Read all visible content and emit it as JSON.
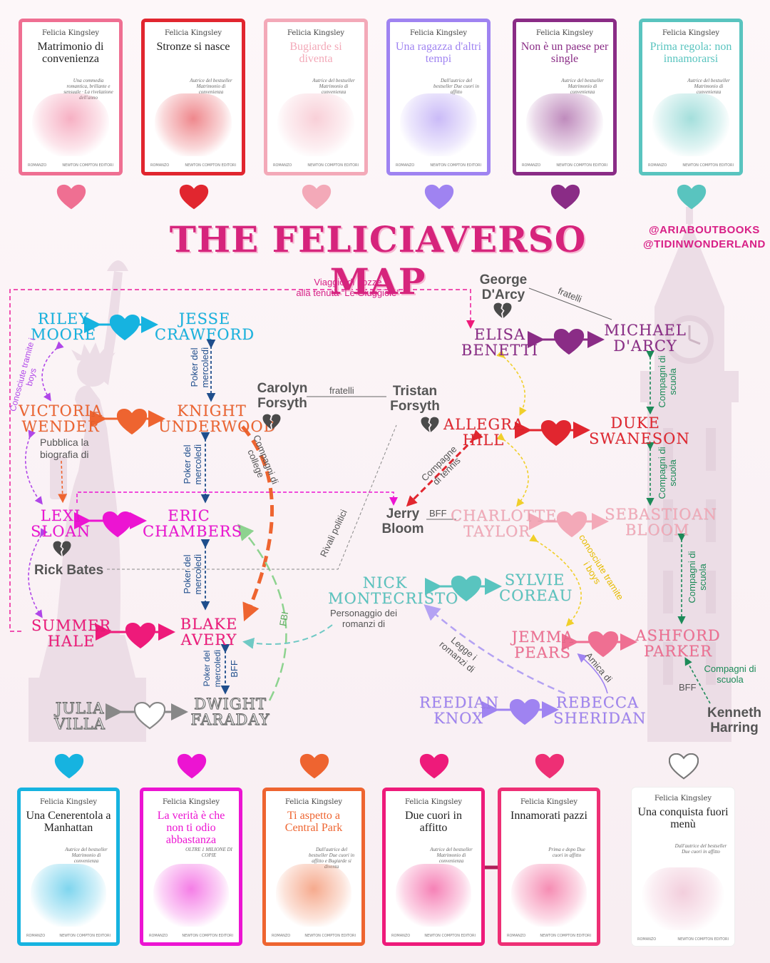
{
  "title": "THE FELICIAVERSO MAP",
  "handles": [
    "@ARIABOUTBOOKS",
    "@TIDINWONDERLAND"
  ],
  "colors": {
    "pink": "#ef6f92",
    "red": "#e1262f",
    "light_pink": "#f3a9b8",
    "lavender": "#9f83f1",
    "plum": "#8a2c86",
    "teal": "#59c4bf",
    "cyan": "#16b3e0",
    "magenta": "#ec14d2",
    "orange": "#ee6430",
    "hot_pink": "#ee1a7a",
    "rose": "#ee2f75",
    "white": "#ffffff"
  },
  "top_books": [
    {
      "author": "Felicia Kingsley",
      "title": "Matrimonio di convenienza",
      "tag": "Una commedia romantica, brillante e sensuale · La rivelazione dell'anno",
      "color": "#ef6f92"
    },
    {
      "author": "Felicia Kingsley",
      "title": "Stronze si nasce",
      "tag": "Autrice del bestseller Matrimonio di convenienza",
      "color": "#e1262f"
    },
    {
      "author": "Felicia Kingsley",
      "title": "Bugiarde si diventa",
      "tag": "Autrice del bestseller Matrimonio di convenienza",
      "color": "#f3a9b8"
    },
    {
      "author": "Felicia Kingsley",
      "title": "Una ragazza d'altri tempi",
      "tag": "Dall'autrice del bestseller Due cuori in affitto",
      "color": "#9f83f1"
    },
    {
      "author": "Felicia Kingsley",
      "title": "Non è un paese per single",
      "tag": "Autrice del bestseller Matrimonio di convenienza",
      "color": "#8a2c86"
    },
    {
      "author": "Felicia Kingsley",
      "title": "Prima regola: non innamorarsi",
      "tag": "Autrice del bestseller Matrimonio di convenienza",
      "color": "#59c4bf"
    }
  ],
  "bottom_books": [
    {
      "author": "Felicia Kingsley",
      "title": "Una Cenerentola a Manhattan",
      "tag": "Autrice del bestseller Matrimonio di convenienza",
      "color": "#16b3e0"
    },
    {
      "author": "Felicia Kingsley",
      "title": "La verità è che non ti odio abbastanza",
      "tag": "OLTRE 1 MILIONE DI COPIE",
      "color": "#ec14d2"
    },
    {
      "author": "Felicia Kingsley",
      "title": "Ti aspetto a Central Park",
      "tag": "Dall'autrice del bestseller Due cuori in affitto e Bugiarde si diventa",
      "color": "#ee6430"
    },
    {
      "author": "Felicia Kingsley",
      "title": "Due cuori in affitto",
      "tag": "Autrice del bestseller Matrimonio di convenienza",
      "color": "#ee1a7a"
    },
    {
      "author": "Felicia Kingsley",
      "title": "Innamorati pazzi",
      "tag": "Prima e dopo Due cuori in affitto",
      "color": "#ee2f75"
    },
    {
      "author": "Felicia Kingsley",
      "title": "Una conquista fuori menù",
      "tag": "Dall'autrice del bestseller Due cuori in affitto",
      "color": "#ffffff"
    }
  ],
  "book_meta": {
    "imprint": "ROMANZO",
    "publisher": "NEWTON COMPTON EDITORI"
  },
  "characters": {
    "riley": "RILEY MOORE",
    "jesse": "JESSE CRAWFORD",
    "victoria": "VICTORIA WENDER",
    "knight": "KNIGHT UNDERWOOD",
    "lexi": "LEXI SLOAN",
    "eric": "ERIC CHAMBERS",
    "summer": "SUMMER HALE",
    "blake": "BLAKE AVERY",
    "julia": "JULIA VILLA",
    "dwight": "DWIGHT FARADAY",
    "elisa": "ELISA BENETTI",
    "michael": "MICHAEL D'ARCY",
    "allegra": "ALLEGRA HILL",
    "duke": "DUKE SWANESON",
    "charlotte": "CHARLOTTE TAYLOR",
    "sebastian": "SEBASTIOAN BLOOM",
    "nick": "NICK MONTECRISTO",
    "sylvie": "SYLVIE COREAU",
    "jemma": "JEMMA PEARS",
    "ashford": "ASHFORD PARKER",
    "reedian": "REEDIAN KNOX",
    "rebecca": "REBECCA SHERIDAN"
  },
  "people": {
    "george": "George D'Arcy",
    "carolyn": "Carolyn Forsyth",
    "tristan": "Tristan Forsyth",
    "jerry": "Jerry Bloom",
    "rick": "Rick Bates",
    "kenneth": "Kenneth Harring"
  },
  "labels": {
    "viaggio": "Viaggio di nozze",
    "tenuta": "alla tenuta “Le Giuggiole”",
    "fratelli": "fratelli",
    "conosciute_boys": "Conosciute tramite i boys",
    "poker": "Poker del mercoledì",
    "pubblica": "Pubblica la biografia di",
    "compagni_college": "Compagni di college",
    "compagni_scuola": "Compagni di scuola",
    "compagne_tennis": "Compagne di tennis",
    "rivali": "Rivali politici",
    "bff": "BFF",
    "fbi": "FBI",
    "personaggio": "Personaggio dei romanzi di",
    "legge": "Legge i romanzi di",
    "amica": "Amica di",
    "conosciute_boys_lower": "conosciute tramite i boys"
  }
}
